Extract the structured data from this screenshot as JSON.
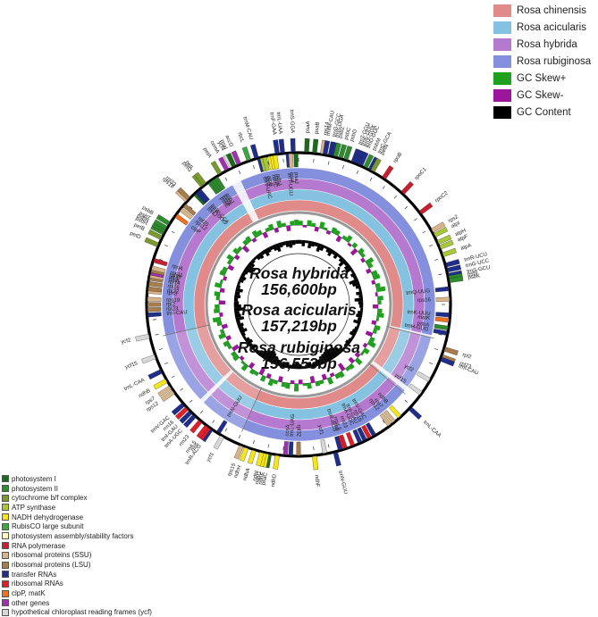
{
  "species_legend": [
    {
      "label": "Rosa chinensis",
      "color": "#e08a8a"
    },
    {
      "label": "Rosa acicularis",
      "color": "#85c1e0"
    },
    {
      "label": "Rosa hybrida",
      "color": "#b57ad0"
    },
    {
      "label": "Rosa rubiginosa",
      "color": "#8490de"
    },
    {
      "label": "GC Skew+",
      "color": "#1fa11f"
    },
    {
      "label": "GC Skew-",
      "color": "#9b169b"
    },
    {
      "label": "GC Content",
      "color": "#000000"
    }
  ],
  "gene_legend": [
    {
      "label": "photosystem I",
      "color": "#1a6b1a"
    },
    {
      "label": "photosystem II",
      "color": "#2e8b2e"
    },
    {
      "label": "cytochrome b/f complex",
      "color": "#7a9a2e"
    },
    {
      "label": "ATP synthase",
      "color": "#a8c83a"
    },
    {
      "label": "NADH dehydrogenase",
      "color": "#f5e61a"
    },
    {
      "label": "RubisCO large subunit",
      "color": "#3da83d"
    },
    {
      "label": "photosystem assembly/stability factors",
      "color": "#ffffc0"
    },
    {
      "label": "RNA polymerase",
      "color": "#c81e2d"
    },
    {
      "label": "ribosomal proteins (SSU)",
      "color": "#d8b48a"
    },
    {
      "label": "ribosomal proteins (LSU)",
      "color": "#a67c4a"
    },
    {
      "label": "transfer RNAs",
      "color": "#1e2e8a"
    },
    {
      "label": "ribosomal RNAs",
      "color": "#e01e2a"
    },
    {
      "label": "clpP, matK",
      "color": "#f07020"
    },
    {
      "label": "other genes",
      "color": "#a030b0"
    },
    {
      "label": "hypothetical chloroplast reading frames (ycf)",
      "color": "#d8d8d8"
    }
  ],
  "center_titles": [
    {
      "name": "Rosa hybrida",
      "size": "156,600bp"
    },
    {
      "name": "Rosa acicularis",
      "size": "157,219bp"
    },
    {
      "name": "Rosa rubiginosa",
      "size": "156,553bp"
    }
  ],
  "genes": [
    {
      "label": "psaA",
      "angle": 3,
      "cat": 0,
      "out": true
    },
    {
      "label": "psaB",
      "angle": 6,
      "cat": 0,
      "out": true
    },
    {
      "label": "rps14",
      "angle": 9,
      "cat": 8,
      "out": true
    },
    {
      "label": "trnfM-CAU",
      "angle": 10,
      "cat": 10,
      "out": true
    },
    {
      "label": "trnG-GCC",
      "angle": 12,
      "cat": 10,
      "out": true
    },
    {
      "label": "trnS-UGA",
      "angle": 13,
      "cat": 10,
      "out": true
    },
    {
      "label": "psbZ",
      "angle": 14,
      "cat": 1,
      "out": true
    },
    {
      "label": "psbC",
      "angle": 16,
      "cat": 1,
      "out": true
    },
    {
      "label": "psbD",
      "angle": 18,
      "cat": 1,
      "out": true
    },
    {
      "label": "trnT-GGU",
      "angle": 21,
      "cat": 10,
      "out": true
    },
    {
      "label": "trnE-UUC",
      "angle": 22,
      "cat": 10,
      "out": true
    },
    {
      "label": "trnY-GUA",
      "angle": 23,
      "cat": 10,
      "out": true
    },
    {
      "label": "trnD-GUC",
      "angle": 24,
      "cat": 10,
      "out": true
    },
    {
      "label": "psbM",
      "angle": 26,
      "cat": 1,
      "out": true
    },
    {
      "label": "trnC-GCA",
      "angle": 28,
      "cat": 10,
      "out": true
    },
    {
      "label": "petN",
      "angle": 29,
      "cat": 2,
      "out": true
    },
    {
      "label": "rpoB",
      "angle": 34,
      "cat": 7,
      "out": true
    },
    {
      "label": "rpoC1",
      "angle": 43,
      "cat": 7,
      "out": true
    },
    {
      "label": "rpoC2",
      "angle": 53,
      "cat": 7,
      "out": true
    },
    {
      "label": "rps2",
      "angle": 61,
      "cat": 8,
      "out": true
    },
    {
      "label": "atpI",
      "angle": 63,
      "cat": 3,
      "out": true
    },
    {
      "label": "atpH",
      "angle": 66,
      "cat": 3,
      "out": true
    },
    {
      "label": "atpF",
      "angle": 68,
      "cat": 3,
      "out": true
    },
    {
      "label": "atpA",
      "angle": 71,
      "cat": 3,
      "out": true
    },
    {
      "label": "trnR-UCU",
      "angle": 75,
      "cat": 10,
      "out": true
    },
    {
      "label": "trnG-UCC",
      "angle": 77,
      "cat": 10,
      "out": true
    },
    {
      "label": "trnS-GCU",
      "angle": 79,
      "cat": 10,
      "out": true
    },
    {
      "label": "psbI",
      "angle": 80,
      "cat": 1,
      "out": true
    },
    {
      "label": "psbK",
      "angle": 81,
      "cat": 1,
      "out": true
    },
    {
      "label": "trnQ-UUG",
      "angle": 84,
      "cat": 10,
      "out": false
    },
    {
      "label": "rps16",
      "angle": 88,
      "cat": 8,
      "out": false
    },
    {
      "label": "trnK-UUU",
      "angle": 94,
      "cat": 10,
      "out": false
    },
    {
      "label": "matK",
      "angle": 96,
      "cat": 12,
      "out": false
    },
    {
      "label": "psbA",
      "angle": 99,
      "cat": 1,
      "out": false
    },
    {
      "label": "trnH-GUG",
      "angle": 101,
      "cat": 10,
      "out": false
    },
    {
      "label": "rpl2",
      "angle": 107,
      "cat": 9,
      "out": true
    },
    {
      "label": "rpl23",
      "angle": 110,
      "cat": 9,
      "out": true
    },
    {
      "label": "trnI-CAU",
      "angle": 111,
      "cat": 10,
      "out": true
    },
    {
      "label": "ycf2",
      "angle": 120,
      "cat": 14,
      "out": false
    },
    {
      "label": "ycf15",
      "angle": 126,
      "cat": 14,
      "out": false
    },
    {
      "label": "trnL-CAA",
      "angle": 133,
      "cat": 10,
      "out": true
    },
    {
      "label": "ndhB",
      "angle": 138,
      "cat": 4,
      "out": false
    },
    {
      "label": "rps7",
      "angle": 141,
      "cat": 8,
      "out": false
    },
    {
      "label": "rps12",
      "angle": 143,
      "cat": 8,
      "out": false
    },
    {
      "label": "trnV-GAC",
      "angle": 150,
      "cat": 10,
      "out": false
    },
    {
      "label": "rrn16",
      "angle": 152,
      "cat": 11,
      "out": false
    },
    {
      "label": "trnI-GAU",
      "angle": 154,
      "cat": 10,
      "out": false
    },
    {
      "label": "trnA-UGC",
      "angle": 156,
      "cat": 10,
      "out": false
    },
    {
      "label": "rrn23",
      "angle": 159,
      "cat": 11,
      "out": false
    },
    {
      "label": "rrn4.5",
      "angle": 162,
      "cat": 11,
      "out": false
    },
    {
      "label": "rrn5",
      "angle": 163,
      "cat": 11,
      "out": false
    },
    {
      "label": "trnR-ACG",
      "angle": 164,
      "cat": 10,
      "out": false
    },
    {
      "label": "trnN-GUU",
      "angle": 166,
      "cat": 10,
      "out": true
    },
    {
      "label": "ycf1",
      "angle": 170,
      "cat": 14,
      "out": false
    },
    {
      "label": "ndhF",
      "angle": 174,
      "cat": 4,
      "out": true
    },
    {
      "label": "rpl32",
      "angle": 180,
      "cat": 9,
      "out": false
    },
    {
      "label": "trnL-UAG",
      "angle": 183,
      "cat": 10,
      "out": false
    },
    {
      "label": "ccsA",
      "angle": 185,
      "cat": 13,
      "out": false
    },
    {
      "label": "ndhD",
      "angle": 188,
      "cat": 4,
      "out": true
    },
    {
      "label": "psaC",
      "angle": 191,
      "cat": 0,
      "out": true
    },
    {
      "label": "ndhE",
      "angle": 192,
      "cat": 4,
      "out": true
    },
    {
      "label": "ndhG",
      "angle": 193,
      "cat": 4,
      "out": true
    },
    {
      "label": "ndhI",
      "angle": 194,
      "cat": 4,
      "out": true
    },
    {
      "label": "ndhA",
      "angle": 197,
      "cat": 4,
      "out": true
    },
    {
      "label": "ndhH",
      "angle": 200,
      "cat": 4,
      "out": true
    },
    {
      "label": "rps15",
      "angle": 202,
      "cat": 8,
      "out": true
    },
    {
      "label": "ycf1",
      "angle": 210,
      "cat": 14,
      "out": true
    },
    {
      "label": "trnN-GUU",
      "angle": 212,
      "cat": 10,
      "out": false
    },
    {
      "label": "trnR-ACG",
      "angle": 215,
      "cat": 10,
      "out": true
    },
    {
      "label": "rrn5",
      "angle": 216,
      "cat": 11,
      "out": true
    },
    {
      "label": "rrn4.5",
      "angle": 217,
      "cat": 11,
      "out": true
    },
    {
      "label": "rrn23",
      "angle": 220,
      "cat": 11,
      "out": true
    },
    {
      "label": "trnA-UGC",
      "angle": 223,
      "cat": 10,
      "out": true
    },
    {
      "label": "trnI-GAU",
      "angle": 225,
      "cat": 10,
      "out": true
    },
    {
      "label": "rrn16",
      "angle": 227,
      "cat": 11,
      "out": true
    },
    {
      "label": "trnV-GAC",
      "angle": 229,
      "cat": 10,
      "out": true
    },
    {
      "label": "rps12",
      "angle": 235,
      "cat": 8,
      "out": true
    },
    {
      "label": "rps7",
      "angle": 237,
      "cat": 8,
      "out": true
    },
    {
      "label": "ndhB",
      "angle": 240,
      "cat": 4,
      "out": true
    },
    {
      "label": "trnL-CAA",
      "angle": 244,
      "cat": 10,
      "out": true
    },
    {
      "label": "ycf15",
      "angle": 250,
      "cat": 14,
      "out": true
    },
    {
      "label": "ycf2",
      "angle": 258,
      "cat": 14,
      "out": true
    },
    {
      "label": "trnI-CAU",
      "angle": 266,
      "cat": 10,
      "out": false
    },
    {
      "label": "rpl23",
      "angle": 268,
      "cat": 9,
      "out": false
    },
    {
      "label": "rpl2",
      "angle": 270,
      "cat": 9,
      "out": false
    },
    {
      "label": "rps19",
      "angle": 272,
      "cat": 8,
      "out": false
    },
    {
      "label": "rps3",
      "angle": 275,
      "cat": 8,
      "out": false
    },
    {
      "label": "rpl22",
      "angle": 276,
      "cat": 9,
      "out": false
    },
    {
      "label": "rpl16",
      "angle": 278,
      "cat": 9,
      "out": false
    },
    {
      "label": "rpl14",
      "angle": 280,
      "cat": 9,
      "out": false
    },
    {
      "label": "rps8",
      "angle": 281,
      "cat": 8,
      "out": false
    },
    {
      "label": "infA",
      "angle": 282,
      "cat": 13,
      "out": false
    },
    {
      "label": "rpl36",
      "angle": 283,
      "cat": 9,
      "out": false
    },
    {
      "label": "rps11",
      "angle": 284,
      "cat": 8,
      "out": false
    },
    {
      "label": "rpoA",
      "angle": 287,
      "cat": 7,
      "out": false
    },
    {
      "label": "petD",
      "angle": 293,
      "cat": 2,
      "out": true
    },
    {
      "label": "petB",
      "angle": 296,
      "cat": 2,
      "out": true
    },
    {
      "label": "psbH",
      "angle": 298,
      "cat": 1,
      "out": true
    },
    {
      "label": "psbN",
      "angle": 299,
      "cat": 1,
      "out": true
    },
    {
      "label": "psbT",
      "angle": 300,
      "cat": 1,
      "out": true
    },
    {
      "label": "psbB",
      "angle": 302,
      "cat": 1,
      "out": true
    },
    {
      "label": "clpP",
      "angle": 306,
      "cat": 12,
      "out": false
    },
    {
      "label": "rps12",
      "angle": 309,
      "cat": 8,
      "out": false
    },
    {
      "label": "rpl20",
      "angle": 311,
      "cat": 9,
      "out": false
    },
    {
      "label": "rps18",
      "angle": 313,
      "cat": 8,
      "out": true
    },
    {
      "label": "rpl33",
      "angle": 314,
      "cat": 9,
      "out": true
    },
    {
      "label": "psaJ",
      "angle": 317,
      "cat": 0,
      "out": false
    },
    {
      "label": "trnP-UGG",
      "angle": 318,
      "cat": 10,
      "out": false
    },
    {
      "label": "trnW-CCA",
      "angle": 319,
      "cat": 10,
      "out": false
    },
    {
      "label": "petG",
      "angle": 321,
      "cat": 2,
      "out": true
    },
    {
      "label": "petL",
      "angle": 322,
      "cat": 2,
      "out": true
    },
    {
      "label": "psbE",
      "angle": 324,
      "cat": 1,
      "out": false
    },
    {
      "label": "psbF",
      "angle": 325,
      "cat": 1,
      "out": false
    },
    {
      "label": "psbL",
      "angle": 326,
      "cat": 1,
      "out": false
    },
    {
      "label": "psbJ",
      "angle": 327,
      "cat": 1,
      "out": false
    },
    {
      "label": "petA",
      "angle": 329,
      "cat": 2,
      "out": true
    },
    {
      "label": "cemA",
      "angle": 332,
      "cat": 13,
      "out": true
    },
    {
      "label": "ycf4",
      "angle": 334,
      "cat": 14,
      "out": true
    },
    {
      "label": "psaI",
      "angle": 335,
      "cat": 0,
      "out": true
    },
    {
      "label": "accD",
      "angle": 337,
      "cat": 13,
      "out": true
    },
    {
      "label": "rbcL",
      "angle": 341,
      "cat": 5,
      "out": true
    },
    {
      "label": "trnM-CAU",
      "angle": 344,
      "cat": 10,
      "out": true
    },
    {
      "label": "trnV-UAC",
      "angle": 345,
      "cat": 10,
      "out": false
    },
    {
      "label": "atpE",
      "angle": 346,
      "cat": 3,
      "out": false
    },
    {
      "label": "atpB",
      "angle": 347,
      "cat": 3,
      "out": false
    },
    {
      "label": "ndhC",
      "angle": 349,
      "cat": 4,
      "out": false
    },
    {
      "label": "ndhK",
      "angle": 350,
      "cat": 4,
      "out": false
    },
    {
      "label": "ndhJ",
      "angle": 351,
      "cat": 4,
      "out": false
    },
    {
      "label": "trnF-GAA",
      "angle": 352,
      "cat": 10,
      "out": true
    },
    {
      "label": "trnL-UAA",
      "angle": 354,
      "cat": 10,
      "out": true
    },
    {
      "label": "trnT-UGU",
      "angle": 356,
      "cat": 10,
      "out": false
    },
    {
      "label": "rps4",
      "angle": 357,
      "cat": 8,
      "out": false
    },
    {
      "label": "trnS-GGA",
      "angle": 358,
      "cat": 10,
      "out": true
    },
    {
      "label": "psaJ",
      "angle": 359,
      "cat": 0,
      "out": false
    }
  ],
  "gc_content": [
    0.3,
    0.5,
    0.2,
    0.6,
    0.4,
    0.3,
    0.7,
    0.5,
    0.2,
    0.4,
    0.6,
    0.3,
    0.5,
    0.2,
    0.4,
    0.7,
    0.3,
    0.5,
    0.6,
    0.2,
    0.4,
    0.3,
    0.8,
    0.6,
    0.4,
    0.2,
    0.5,
    0.3,
    0.7,
    0.4,
    0.3,
    0.2,
    0.4,
    0.5,
    0.3,
    0.6,
    0.2,
    0.3,
    0.4,
    0.5,
    0.2,
    0.3,
    0.4,
    0.3,
    0.2,
    0.4,
    0.6,
    0.8,
    0.9,
    1.0,
    0.9,
    0.8,
    0.7,
    0.5,
    0.4,
    0.3,
    0.5,
    0.3,
    0.2,
    0.4,
    0.6,
    0.4,
    0.3,
    0.5,
    0.4,
    0.3,
    0.5,
    0.7,
    0.9,
    1.0,
    0.9,
    0.7,
    0.5,
    0.3,
    0.2,
    0.4,
    0.3,
    0.5,
    0.4,
    0.2,
    0.3,
    0.6,
    0.4,
    0.5,
    0.3,
    0.7,
    0.5,
    0.4,
    0.8,
    0.6,
    0.4,
    0.3,
    0.5,
    0.4,
    0.6,
    0.3,
    0.2,
    0.4,
    0.5,
    0.3,
    0.4,
    0.6,
    0.8,
    0.5,
    0.3,
    0.2,
    0.4,
    0.5,
    0.3,
    0.6,
    0.4,
    0.3,
    0.5,
    0.7,
    0.4,
    0.3,
    0.5,
    0.6,
    0.4,
    0.3
  ],
  "gc_skew": [
    0.4,
    -0.2,
    0.5,
    0.3,
    -0.4,
    0.6,
    0.2,
    -0.3,
    0.5,
    0.4,
    -0.5,
    0.3,
    0.6,
    -0.2,
    0.4,
    -0.6,
    0.5,
    0.3,
    -0.3,
    0.7,
    0.4,
    -0.4,
    0.5,
    0.6,
    -0.3,
    0.4,
    0.8,
    -0.2,
    0.5,
    0.3,
    -0.5,
    0.4,
    0.6,
    0.2,
    -0.4,
    0.5,
    0.3,
    -0.6,
    0.4,
    0.7,
    -0.3,
    0.5,
    0.2,
    -0.4,
    0.6,
    -0.5,
    0.4,
    0.3,
    -0.7,
    0.5,
    0.4,
    -0.3,
    0.6,
    -0.5,
    0.3,
    0.4,
    -0.6,
    0.5,
    0.2,
    -0.4,
    0.7,
    -0.3,
    0.5,
    0.4,
    -0.5,
    0.3,
    0.6,
    -0.4,
    0.5,
    -0.6,
    0.3,
    0.4,
    -0.5,
    0.6,
    0.2,
    -0.3,
    0.5,
    0.4,
    -0.6,
    0.3,
    0.5,
    -0.4,
    0.6,
    0.3,
    -0.5,
    0.4,
    0.7,
    -0.3,
    0.5,
    0.4,
    -0.6,
    0.3,
    0.5,
    -0.4,
    0.6,
    0.2,
    -0.3,
    0.5,
    0.4,
    -0.5,
    0.3,
    0.6,
    -0.4,
    0.5,
    0.3,
    -0.6,
    0.4,
    0.5,
    -0.3,
    0.6,
    0.4,
    -0.5,
    0.3,
    0.5,
    -0.4,
    0.6,
    0.3,
    -0.5,
    0.4,
    0.5
  ],
  "ring_gaps": [
    {
      "start": 331,
      "end": 335
    },
    {
      "start": 103,
      "end": 104
    },
    {
      "start": 224,
      "end": 226
    },
    {
      "start": 127,
      "end": 129
    }
  ],
  "ir_boundaries": [
    104,
    130,
    204,
    257
  ]
}
